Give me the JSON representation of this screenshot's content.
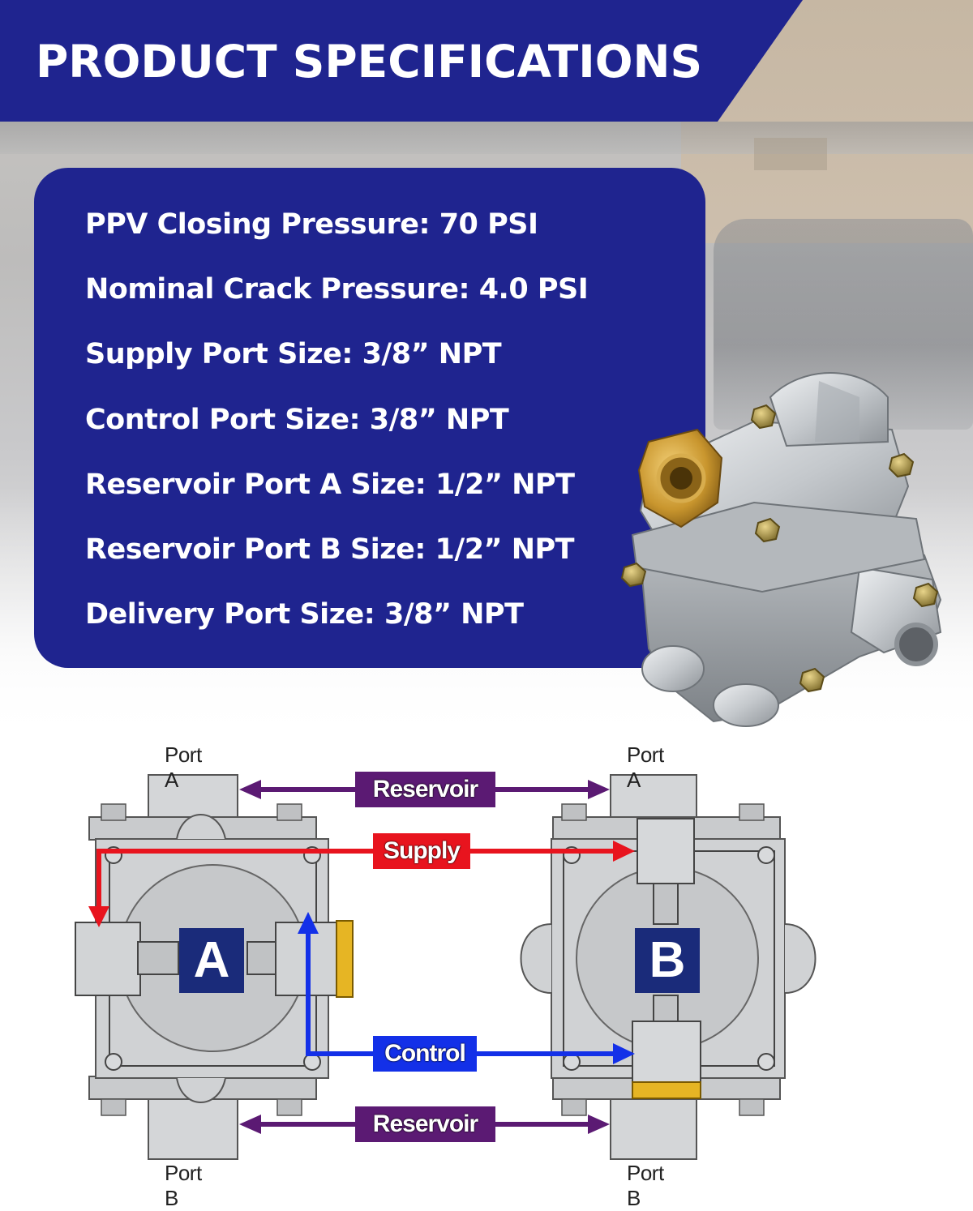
{
  "header": {
    "title": "PRODUCT SPECIFICATIONS"
  },
  "specs": [
    "PPV Closing Pressure: 70 PSI",
    "Nominal Crack Pressure: 4.0 PSI",
    "Supply Port Size: 3/8” NPT",
    "Control Port Size: 3/8” NPT",
    "Reservoir Port A Size: 1/2” NPT",
    "Reservoir Port B Size: 1/2” NPT",
    "Delivery Port Size: 3/8” NPT"
  ],
  "diagram": {
    "valve_a": {
      "letter": "A",
      "port_top": "Port A",
      "port_bottom": "Port B"
    },
    "valve_b": {
      "letter": "B",
      "port_top": "Port A",
      "port_bottom": "Port B"
    },
    "flows": {
      "reservoir_top": "Reservoir",
      "supply": "Supply",
      "control": "Control",
      "reservoir_bottom": "Reservoir"
    }
  },
  "colors": {
    "brand_navy": "#1f248f",
    "supply_red": "#e8141e",
    "control_blue": "#1330e8",
    "reservoir_purple": "#5b1a73"
  }
}
